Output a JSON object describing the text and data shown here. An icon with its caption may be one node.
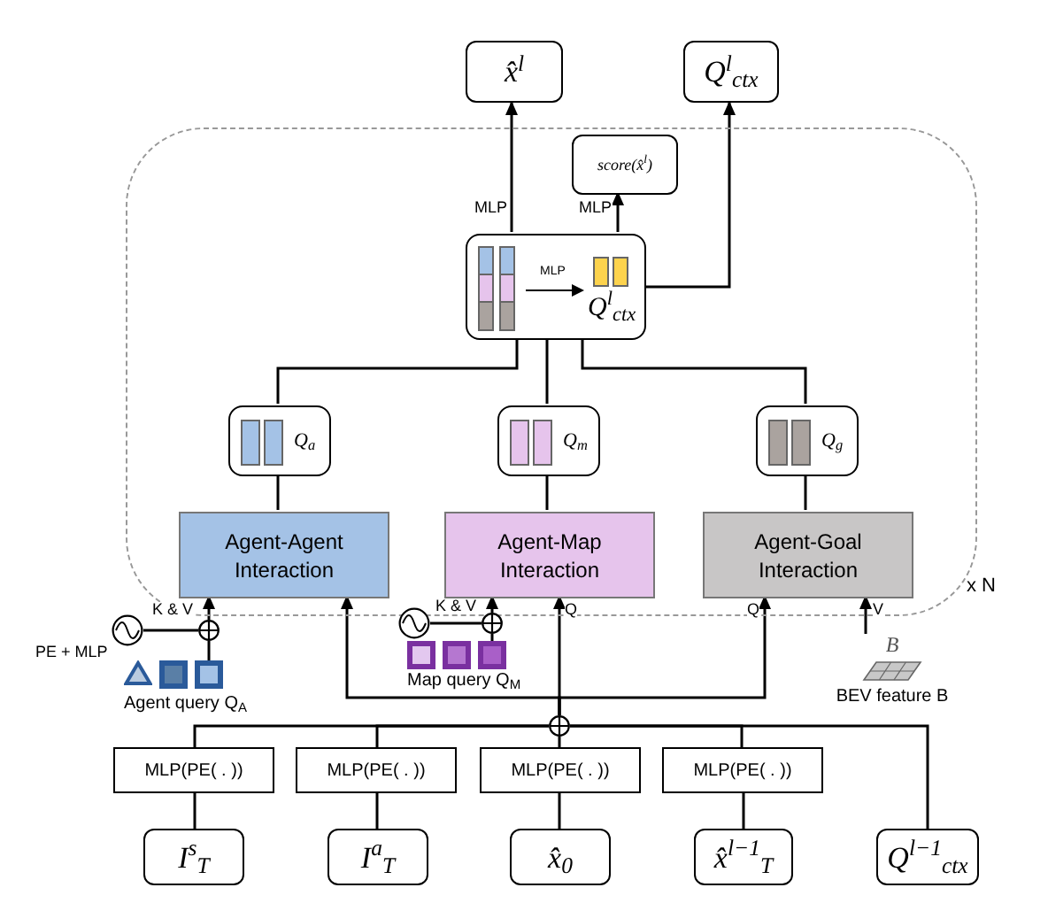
{
  "diagram": {
    "nodes": [
      {
        "text": [],
        "shape": "box",
        "beside": [
          "x N"
        ]
      },
      {
        "text": [
          "x̂$^{l}$"
        ]
      },
      {
        "text": [
          "Q$^{l}$$_{ctx}$"
        ]
      },
      {
        "text": [
          "score(x̂$^{l}$)"
        ],
        "in": 0
      },
      {
        "text": [
          "MLP",
          "Q$^{l}$$_{ctx}$"
        ],
        "in": 0
      },
      {
        "text": [
          "Q$_{a}$"
        ],
        "in": 0
      },
      {
        "text": [
          "Q$_{m}$"
        ],
        "in": 0
      },
      {
        "text": [
          "Q$_{g}$"
        ],
        "in": 0
      },
      {
        "text": [
          "Agent-Agent Interaction"
        ],
        "in": 0
      },
      {
        "text": [
          "Agent-Map Interaction"
        ],
        "in": 0
      },
      {
        "text": [
          "Agent-Goal Interaction"
        ],
        "in": 0
      },
      {
        "text": [
          "MLP(PE( . ))"
        ]
      },
      {
        "text": [
          "MLP(PE( . ))"
        ]
      },
      {
        "text": [
          "MLP(PE( . ))"
        ]
      },
      {
        "text": [
          "MLP(PE( . ))"
        ]
      },
      {
        "text": [
          "I$^{s}$$_{T}$"
        ]
      },
      {
        "text": [
          "I$^{a}$$_{T}$"
        ]
      },
      {
        "text": [
          "x̂$_{0}$"
        ]
      },
      {
        "text": [
          "x̂$^{l−1}$$_{T}$"
        ]
      },
      {
        "text": [
          "Q$^{l−1}$$_{ctx}$"
        ]
      },
      {
        "text": [
          "Agent query Q$_{A}$"
        ]
      },
      {
        "text": [],
        "shape": "circle"
      },
      {
        "text": [],
        "shape": "circle"
      },
      {
        "text": [
          "Map query Q$_{M}$"
        ]
      },
      {
        "text": [],
        "shape": "circle"
      },
      {
        "text": [],
        "shape": "circle"
      },
      {
        "text": [
          "B",
          "BEV feature B"
        ]
      },
      {
        "text": [],
        "shape": "circle"
      }
    ],
    "edges": [
      {
        "from": 4,
        "to": 1,
        "arrow": "to",
        "label": "MLP"
      },
      {
        "from": 4,
        "to": 3,
        "arrow": "to",
        "label": "MLP"
      },
      {
        "from": 4,
        "to": 2,
        "arrow": "to"
      },
      {
        "from": 5,
        "to": 4,
        "arrow": "none"
      },
      {
        "from": 6,
        "to": 4,
        "arrow": "none"
      },
      {
        "from": 7,
        "to": 4,
        "arrow": "none"
      },
      {
        "from": 8,
        "to": 5,
        "arrow": "none"
      },
      {
        "from": 9,
        "to": 6,
        "arrow": "none"
      },
      {
        "from": 10,
        "to": 7,
        "arrow": "none"
      },
      {
        "from": 20,
        "to": 22,
        "arrow": "none"
      },
      {
        "from": 21,
        "to": 22,
        "arrow": "none"
      },
      {
        "from": 22,
        "to": 8,
        "arrow": "to",
        "label": "K & V"
      },
      {
        "from": 23,
        "to": 25,
        "arrow": "none"
      },
      {
        "from": 24,
        "to": 25,
        "arrow": "none"
      },
      {
        "from": 25,
        "to": 9,
        "arrow": "to",
        "label": "K & V"
      },
      {
        "from": 27,
        "to": 8,
        "arrow": "to"
      },
      {
        "from": 27,
        "to": 9,
        "arrow": "to",
        "label": "Q"
      },
      {
        "from": 27,
        "to": 10,
        "arrow": "to",
        "label": "Q"
      },
      {
        "from": 26,
        "to": 10,
        "arrow": "to",
        "label": "V"
      },
      {
        "from": 11,
        "to": 27,
        "arrow": "none"
      },
      {
        "from": 12,
        "to": 27,
        "arrow": "none"
      },
      {
        "from": 13,
        "to": 27,
        "arrow": "none"
      },
      {
        "from": 14,
        "to": 27,
        "arrow": "none"
      },
      {
        "from": 19,
        "to": 27,
        "arrow": "none"
      },
      {
        "from": 15,
        "to": 11,
        "arrow": "none"
      },
      {
        "from": 16,
        "to": 12,
        "arrow": "none"
      },
      {
        "from": 17,
        "to": 13,
        "arrow": "none"
      },
      {
        "from": 18,
        "to": 14,
        "arrow": "none"
      }
    ],
    "labels": [
      "PE + MLP"
    ]
  }
}
